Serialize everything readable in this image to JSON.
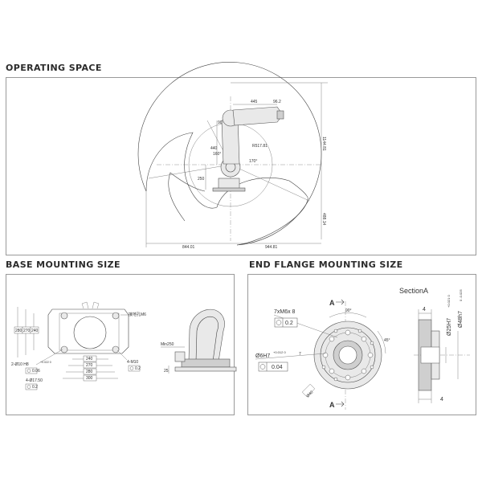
{
  "sections": {
    "operating": "OPERATING SPACE",
    "base": "BASE MOUNTING SIZE",
    "flange": "END FLANGE MOUNTING SIZE"
  },
  "operating_dims": {
    "d445": "445",
    "d962": "96.2",
    "d90": "90",
    "d440": "440",
    "r517": "R517.81",
    "a160": "160°",
    "a170": "170°",
    "d250": "250",
    "d114481": "1144.81",
    "d48814": "488.14",
    "d84401": "844.01",
    "d94481": "944.81"
  },
  "base_dims": {
    "d280a": "280",
    "d270a": "270",
    "d240a": "240",
    "note_m6": "接地孔M6",
    "d2x10h8": "2-Ø10 H8",
    "tol_h8": "+0.022 0",
    "gd_tol_006": "0.06",
    "d4x1750": "4-Ø17.50",
    "gd_tol_02": "0.2",
    "b240": "240",
    "b270": "270",
    "b280": "280",
    "b300": "300",
    "d4xm10": "4-M10",
    "gd_tol_02b": "0.2",
    "min250": "Min250",
    "d25": "25"
  },
  "flange_dims": {
    "section_a": "SectionA",
    "cut_a_top": "A",
    "cut_a_bottom": "A",
    "d7xm6": "7xM6x 8",
    "gd_tol_02": "0.2",
    "a90": "90°",
    "a45": "45°",
    "d6h7": "Ø6H7",
    "tol_6h7": "+0.012 0",
    "depth7": "7",
    "gd_tol_004": "0.04",
    "d40": "Ø40",
    "d4_top": "4",
    "d4_bottom": "4",
    "d25h7": "Ø25H7",
    "tol_25h7": "+0.021 0",
    "d48h7": "Ø48h7",
    "tol_48h7": "0 -0.025"
  }
}
